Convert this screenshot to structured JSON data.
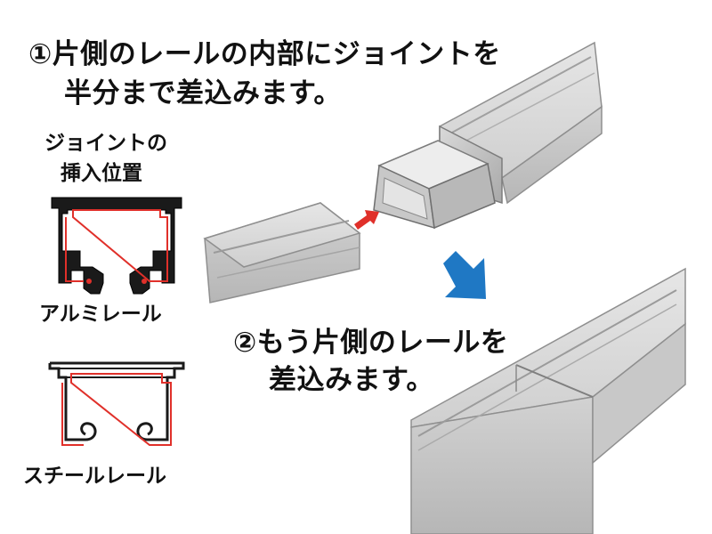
{
  "step1": {
    "line1": "①片側のレールの内部にジョイントを",
    "line2": "半分まで差込みます。"
  },
  "step2": {
    "line1": "②もう片側のレールを",
    "line2": "差込みます。"
  },
  "joint_position": {
    "line1": "ジョイントの",
    "line2": "挿入位置"
  },
  "rails": {
    "aluminum_label": "アルミレール",
    "steel_label": "スチールレール"
  },
  "colors": {
    "insert_line": "#e0302a",
    "arrow_red": "#e0302a",
    "arrow_blue": "#1f78c4",
    "rail_light": "#dcdcdc",
    "rail_mid": "#c2c2c2",
    "rail_dark": "#8f8f8f"
  }
}
